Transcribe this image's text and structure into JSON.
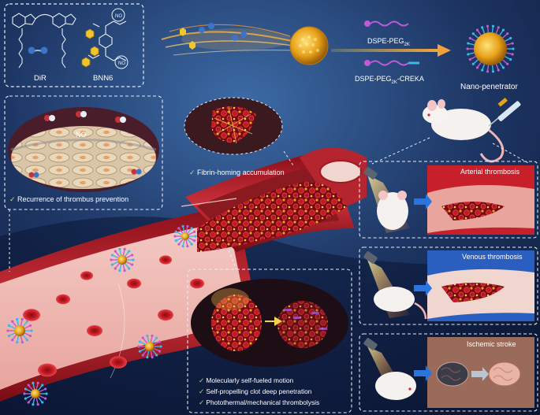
{
  "synthesis": {
    "molecule_1": "DiR",
    "molecule_2": "BNN6",
    "reagent_1": "DSPE-PEG",
    "reagent_1_sub": "2K",
    "reagent_2_pre": "DSPE-PEG",
    "reagent_2_sub": "2K",
    "reagent_2_post": "-CREKA",
    "product": "Nano-penetrator"
  },
  "callouts": {
    "no_label": "NO",
    "recurrence": "Recurrence of thrombus prevention",
    "fibrin": "Fibrin-homing accumulation"
  },
  "mechanisms": [
    "Molecularly self-fueled motion",
    "Self-propelling clot deep penetration",
    "Photothermal/mechanical thrombolysis"
  ],
  "models": [
    {
      "label": "Arterial thrombosis",
      "vessel_color": "#c8202a"
    },
    {
      "label": "Venous thrombosis",
      "vessel_color": "#2a5fc0"
    },
    {
      "label": "Ischemic stroke",
      "vessel_color": "#9a6a5a"
    }
  ],
  "colors": {
    "background_top": "#2c4a78",
    "background_bottom": "#0d1a35",
    "vessel_wall": "#c0272d",
    "rbc": "#d8202a",
    "nanoparticle_core": "#e8a21a",
    "laser": "#ff9a3c"
  }
}
